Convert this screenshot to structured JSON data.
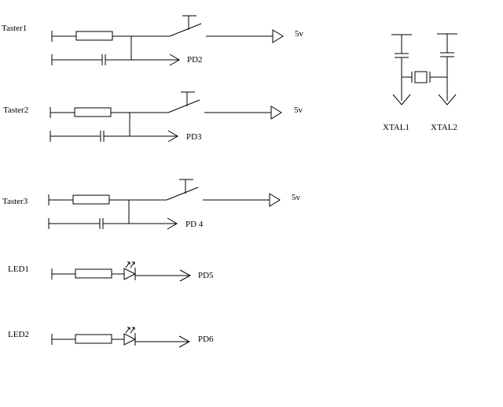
{
  "circuits": [
    {
      "name": "Taster1",
      "target": "PD2",
      "supply": "5v"
    },
    {
      "name": "Taster2",
      "target": "PD3",
      "supply": "5v"
    },
    {
      "name": "Taster3",
      "target": "PD 4",
      "supply": "5v"
    }
  ],
  "leds": [
    {
      "name": "LED1",
      "target": "PD5"
    },
    {
      "name": "LED2",
      "target": "PD6"
    }
  ],
  "crystal": {
    "left": "XTAL1",
    "right": "XTAL2"
  },
  "colors": {
    "line": "#000000",
    "background": "#ffffff"
  }
}
